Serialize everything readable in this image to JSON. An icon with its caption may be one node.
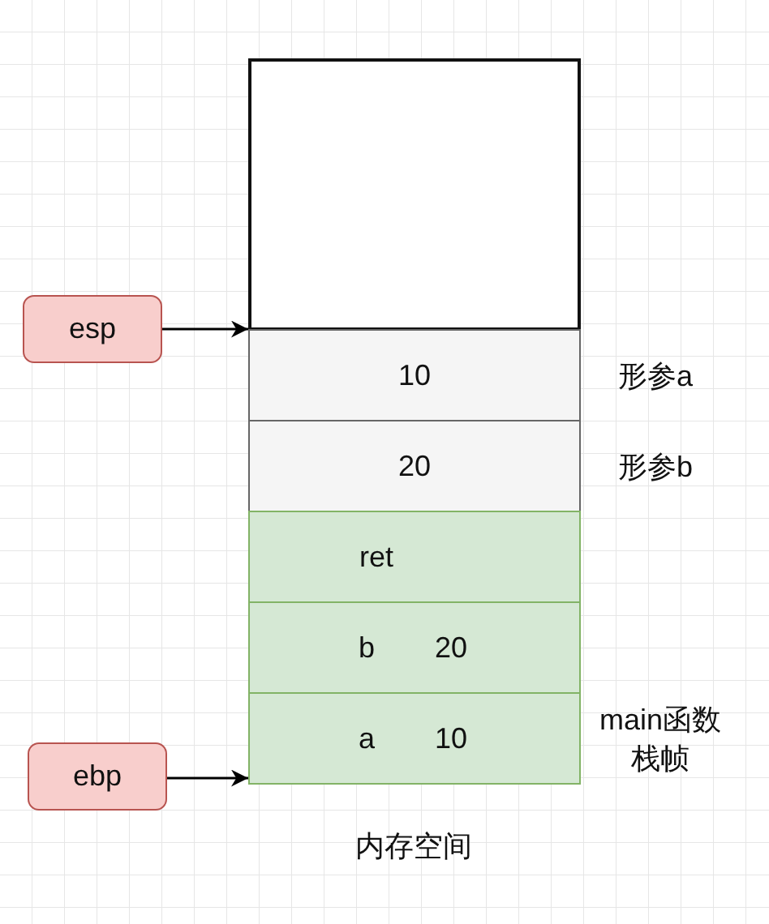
{
  "diagram": {
    "nodes": [
      {
        "text": [],
        "shape": "box"
      },
      {
        "text": [
          "10"
        ],
        "beside": [
          "形参a"
        ]
      },
      {
        "text": [
          "20"
        ],
        "beside": [
          "形参b"
        ]
      },
      {
        "text": [
          "ret"
        ]
      },
      {
        "text": [
          "b",
          "20"
        ]
      },
      {
        "text": [
          "a",
          "10"
        ]
      },
      {
        "text": [
          "esp"
        ]
      },
      {
        "text": [
          "ebp"
        ]
      }
    ],
    "edges": [
      {
        "from": 6,
        "to": 1,
        "arrow": "to"
      },
      {
        "from": 7,
        "to": 5,
        "arrow": "to"
      }
    ],
    "labels": [
      "main函数栈帧",
      "内存空间"
    ]
  }
}
